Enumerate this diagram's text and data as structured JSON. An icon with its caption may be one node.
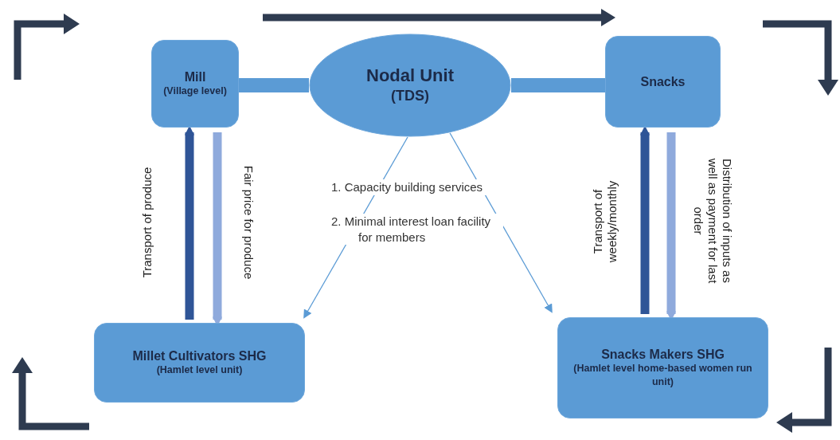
{
  "diagram": {
    "nodes": [
      {
        "text": [
          "Mill",
          "(Village level)"
        ]
      },
      {
        "text": [
          "Nodal Unit",
          "(TDS)"
        ]
      },
      {
        "text": [
          "Snacks"
        ]
      },
      {
        "text": [
          "Millet Cultivators SHG",
          "(Hamlet level unit)"
        ]
      },
      {
        "text": [
          "Snacks Makers SHG",
          "(Hamlet level home-based women run unit)"
        ]
      }
    ],
    "edges": [
      {
        "from": 0,
        "to": 1,
        "arrow": "none",
        "color": "#5b9bd5"
      },
      {
        "from": 1,
        "to": 2,
        "arrow": "none",
        "color": "#5b9bd5"
      },
      {
        "from": 3,
        "to": 0,
        "arrow": "to",
        "color": "#2f5597",
        "label": "Transport of produce"
      },
      {
        "from": 0,
        "to": 3,
        "arrow": "to",
        "color": "#8faadc",
        "label": "Fair price for produce"
      },
      {
        "from": 1,
        "to": 3,
        "arrow": "to",
        "color": "#5b9bd5"
      },
      {
        "from": 1,
        "to": 4,
        "arrow": "to",
        "color": "#5b9bd5"
      },
      {
        "from": 4,
        "to": 2,
        "arrow": "to",
        "color": "#2f5597",
        "label": "Transport of weekly/monthly"
      },
      {
        "from": 2,
        "to": 4,
        "arrow": "to",
        "color": "#8faadc",
        "label": "Distribution of inputs as well as payment for last order"
      }
    ],
    "labels": [
      "1. Capacity building services",
      "2. Minimal interest loan facility for members"
    ]
  }
}
